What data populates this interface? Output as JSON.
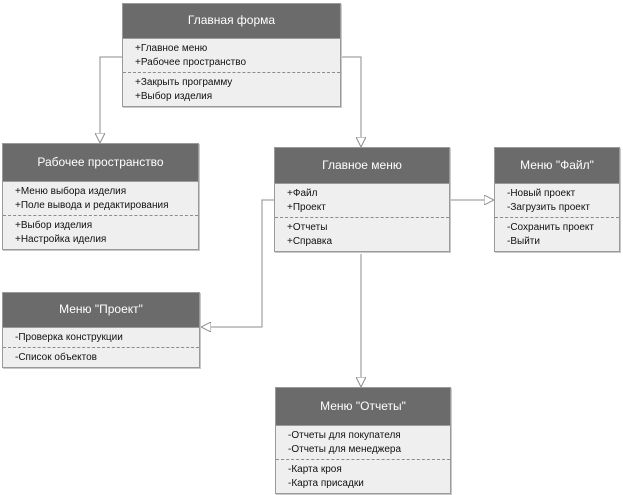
{
  "classes": [
    {
      "id": "main-form",
      "title": "Главная форма",
      "sections": [
        [
          "+Главное меню",
          "+Рабочее пространство"
        ],
        [
          "+Закрыть программу",
          "+Выбор изделия"
        ]
      ]
    },
    {
      "id": "workspace",
      "title": "Рабочее пространство",
      "sections": [
        [
          "+Меню выбора изделия",
          "+Поле вывода и редактирования"
        ],
        [
          "+Выбор изделия",
          "+Настройка иделия"
        ]
      ]
    },
    {
      "id": "main-menu",
      "title": "Главное меню",
      "sections": [
        [
          "+Файл",
          "+Проект"
        ],
        [
          "+Отчеты",
          "+Справка"
        ]
      ]
    },
    {
      "id": "file-menu",
      "title": "Меню \"Файл\"",
      "sections": [
        [
          "-Новый проект",
          "-Загрузить проект"
        ],
        [
          "-Сохранить проект",
          "-Выйти"
        ]
      ]
    },
    {
      "id": "project-menu",
      "title": "Меню \"Проект\"",
      "sections": [
        [
          "-Проверка конструкции"
        ],
        [
          "-Список объектов"
        ]
      ]
    },
    {
      "id": "reports-menu",
      "title": "Меню \"Отчеты\"",
      "sections": [
        [
          "-Отчеты для покупателя",
          "-Отчеты для менеджера"
        ],
        [
          "-Карта кроя",
          "-Карта присадки"
        ]
      ]
    }
  ],
  "colors": {
    "title_bg": "#6b6b6b",
    "title_text": "#ffffff",
    "body_bg": "#efefef",
    "border": "#9a9a9a",
    "connector": "#8c8c8c"
  }
}
